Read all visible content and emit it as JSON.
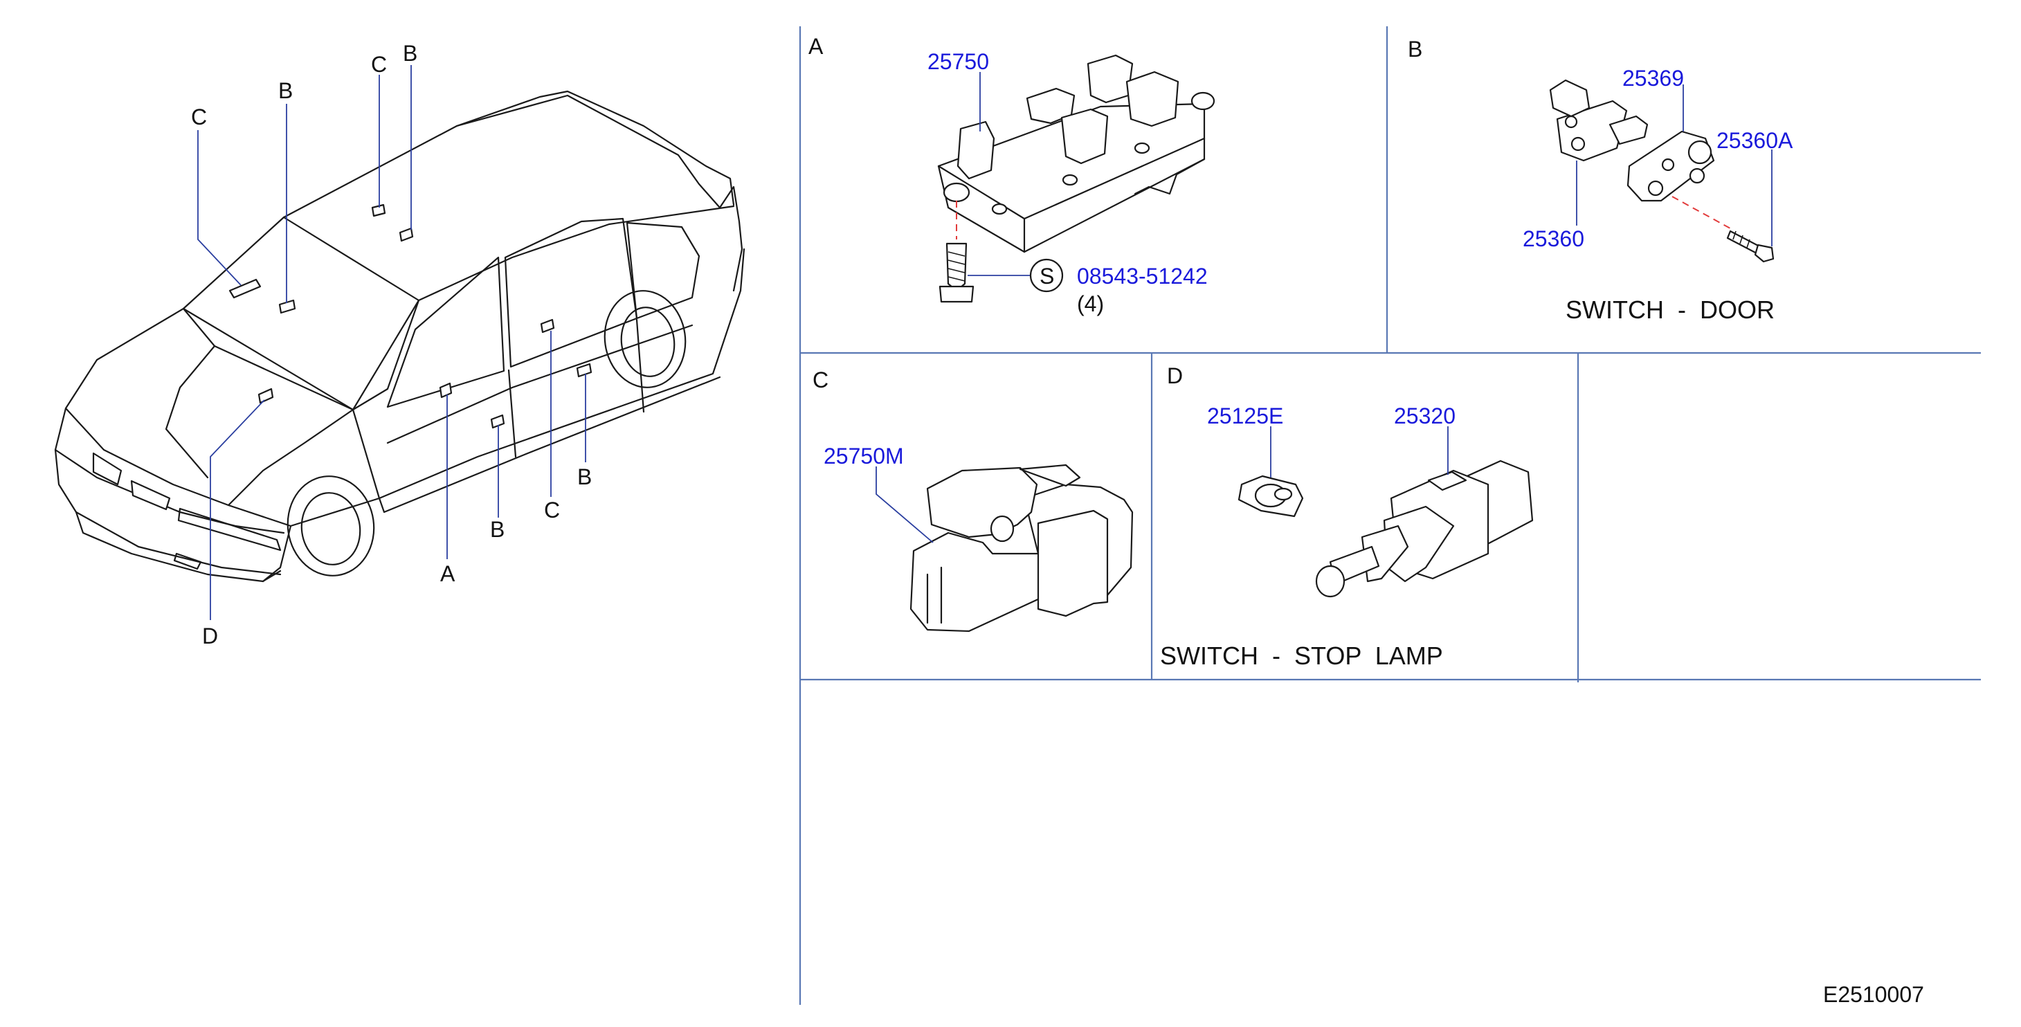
{
  "colors": {
    "part_number": "#1a1adb",
    "frame": "#5a78b4",
    "leader": "#2b3fa0",
    "dashed_guide": "#e23b3b",
    "line": "#1a1a1a"
  },
  "overview": {
    "callouts": [
      "C",
      "B",
      "C",
      "B",
      "A",
      "B",
      "C",
      "B",
      "D"
    ]
  },
  "sections": {
    "A": {
      "letter": "A",
      "part_main": "25750",
      "screw_symbol": "S",
      "screw_part": "08543-51242",
      "screw_qty": "(4)"
    },
    "B": {
      "letter": "B",
      "part_1": "25369",
      "part_2": "25360A",
      "part_3": "25360",
      "title": "SWITCH  -  DOOR"
    },
    "C": {
      "letter": "C",
      "part_main": "25750M"
    },
    "D": {
      "letter": "D",
      "part_1": "25125E",
      "part_2": "25320",
      "title": "SWITCH  -  STOP  LAMP"
    }
  },
  "diagram_id": "E2510007"
}
